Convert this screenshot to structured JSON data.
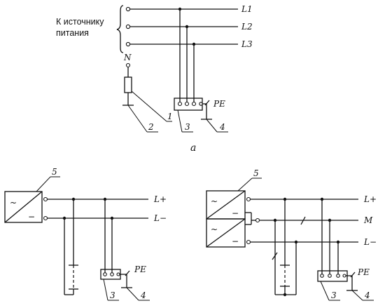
{
  "diagram_a": {
    "source_label_line1": "К источнику",
    "source_label_line2": "питания",
    "phase_labels": [
      "L1",
      "L2",
      "L3"
    ],
    "neutral_label": "N",
    "pe_label": "PE",
    "callouts": [
      "1",
      "2",
      "3",
      "4"
    ],
    "caption": "а"
  },
  "diagram_b_left": {
    "converter_callout": "5",
    "ac_symbol": "~",
    "dc_symbol": "−",
    "rail_labels": [
      "L+",
      "L−"
    ],
    "pe_label": "PE",
    "callouts": [
      "3",
      "4"
    ]
  },
  "diagram_b_right": {
    "converter_callout": "5",
    "ac_symbol": "~",
    "dc_symbol": "−",
    "rail_labels": [
      "L+",
      "M",
      "L−"
    ],
    "pe_label": "PE",
    "callouts": [
      "3",
      "4"
    ]
  }
}
